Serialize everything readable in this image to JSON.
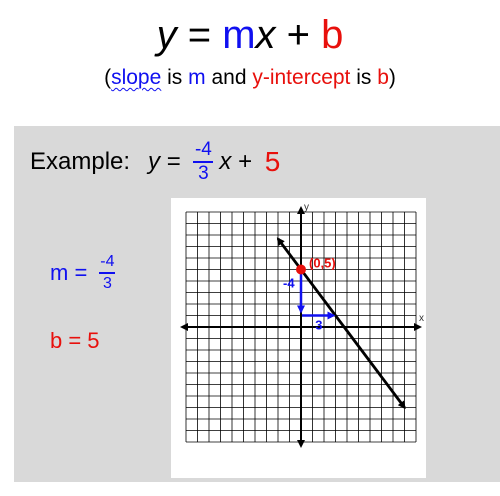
{
  "header": {
    "title_y": "y",
    "title_eq": " = ",
    "title_m": "m",
    "title_x": "x",
    "title_plus": " + ",
    "title_b": "b",
    "sub_open": "(",
    "sub_slope": "slope",
    "sub_is1": " is ",
    "sub_m": "m",
    "sub_and": " and ",
    "sub_yint": "y-intercept",
    "sub_is2": " is ",
    "sub_b": "b",
    "sub_close": ")"
  },
  "example": {
    "label": "Example:",
    "y": "y",
    "eq": " = ",
    "num": "-4",
    "den": "3",
    "x": "x",
    "plus": " + ",
    "b": "5"
  },
  "params": {
    "m_label": "m = ",
    "m_num": "-4",
    "m_den": "3",
    "b_text": "b = 5"
  },
  "graph": {
    "x_axis_label": "x",
    "y_axis_label": "y",
    "intercept_label": "(0,5)",
    "rise_label": "-4",
    "run_label": "3",
    "x_range": [
      -10,
      10
    ],
    "y_range": [
      -10,
      10
    ],
    "slope": -1.3333,
    "intercept": 5,
    "line_x_range": [
      -2,
      9
    ],
    "point": [
      0,
      5
    ],
    "rise": -4,
    "run": 3,
    "colors": {
      "line": "#000000",
      "grid": "#000000",
      "point": "#e8100c",
      "slope_triangle": "#1010f0"
    }
  }
}
